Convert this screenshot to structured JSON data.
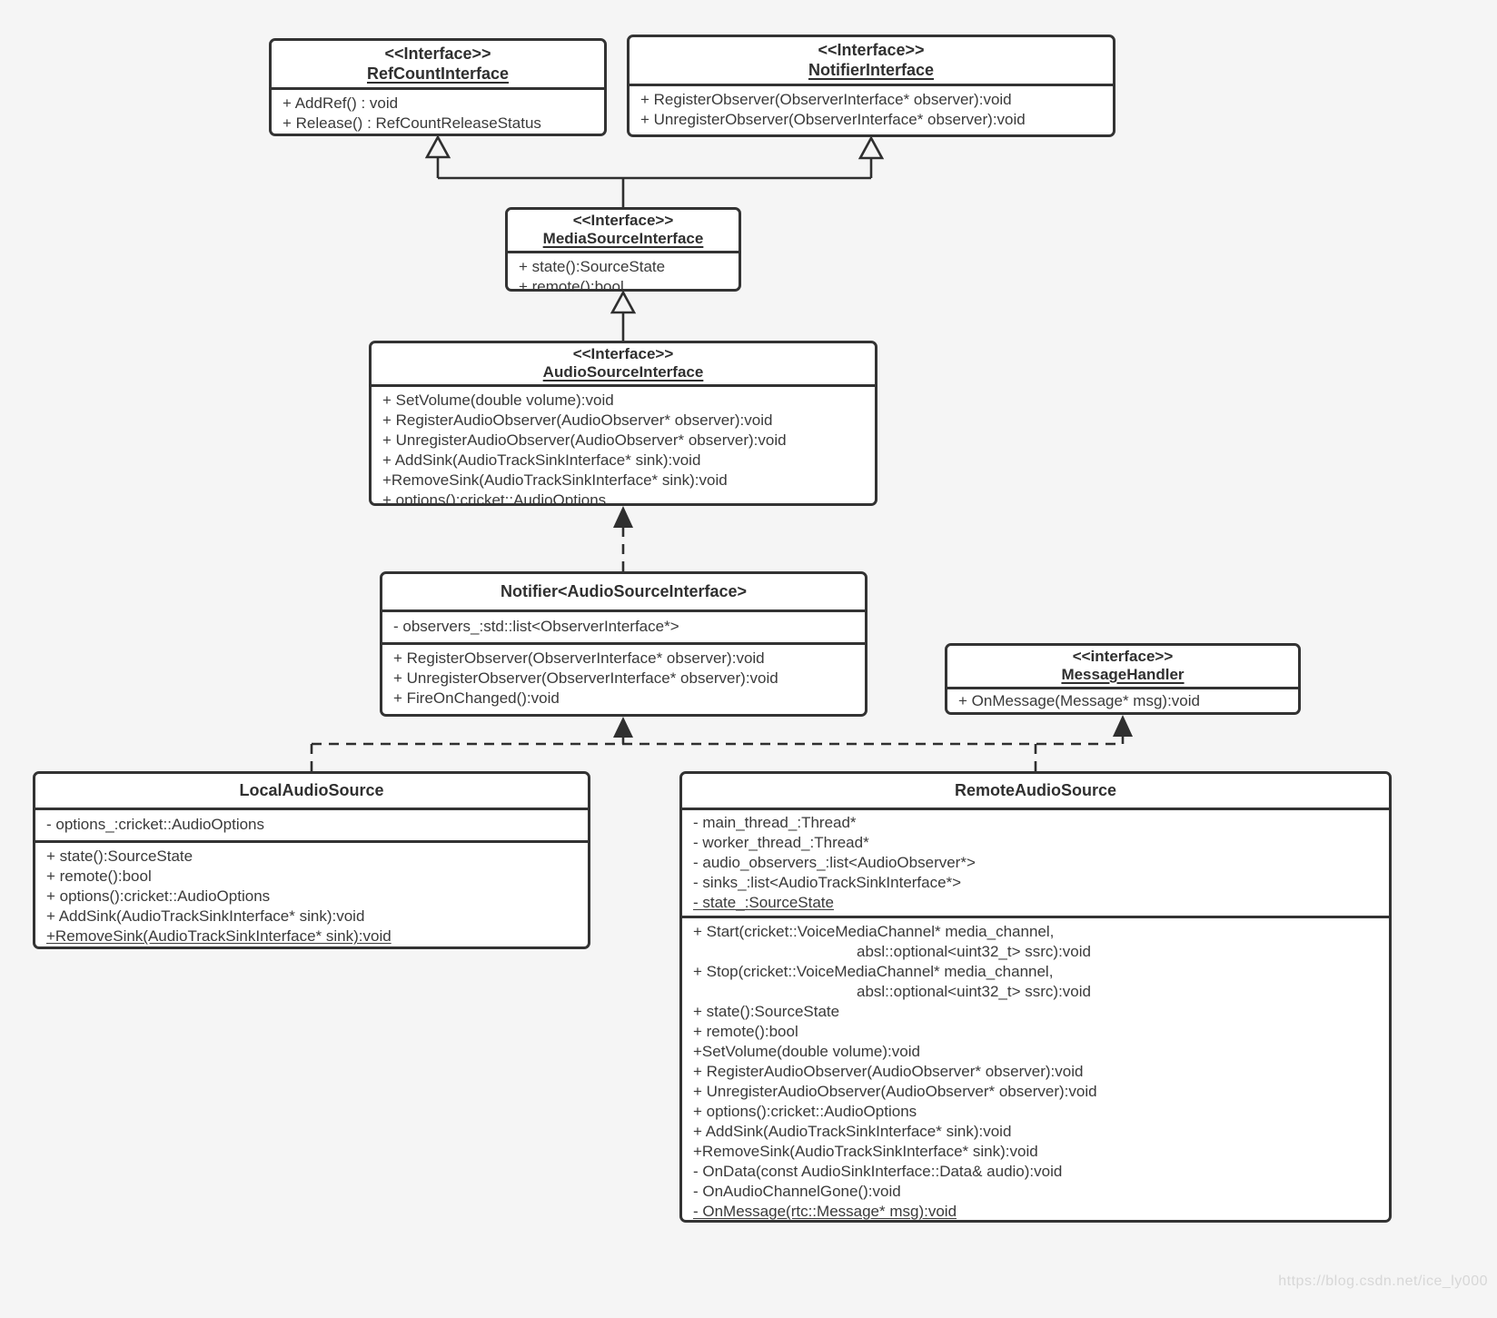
{
  "page": {
    "background": "#f5f5f5",
    "line_color": "#2f2f2f",
    "box_fill": "#ffffff",
    "text_color": "#3a3a3a"
  },
  "watermark": "https://blog.csdn.net/ice_ly000",
  "classes": {
    "refcount": {
      "stereotype": "<<Interface>>",
      "name": "RefCountInterface",
      "methods": [
        "+ AddRef() : void",
        "+ Release() : RefCountReleaseStatus"
      ]
    },
    "notifier_iface": {
      "stereotype": "<<Interface>>",
      "name": "NotifierInterface",
      "methods": [
        "+ RegisterObserver(ObserverInterface* observer):void",
        "+ UnregisterObserver(ObserverInterface* observer):void"
      ]
    },
    "media_source": {
      "stereotype": "<<Interface>>",
      "name": "MediaSourceInterface",
      "methods": [
        "+ state():SourceState",
        "+ remote():bool"
      ]
    },
    "audio_source": {
      "stereotype": "<<Interface>>",
      "name": "AudioSourceInterface",
      "methods": [
        "+ SetVolume(double volume):void",
        "+ RegisterAudioObserver(AudioObserver* observer):void",
        "+ UnregisterAudioObserver(AudioObserver* observer):void",
        "+ AddSink(AudioTrackSinkInterface* sink):void",
        "+RemoveSink(AudioTrackSinkInterface* sink):void",
        "+ options():cricket::AudioOptions"
      ]
    },
    "notifier_tmpl": {
      "name": "Notifier<AudioSourceInterface>",
      "attributes": [
        "- observers_:std::list<ObserverInterface*>"
      ],
      "methods": [
        "+ RegisterObserver(ObserverInterface* observer):void",
        "+ UnregisterObserver(ObserverInterface* observer):void",
        "+ FireOnChanged():void"
      ]
    },
    "message_handler": {
      "stereotype": "<<interface>>",
      "name": "MessageHandler",
      "methods": [
        "+ OnMessage(Message* msg):void"
      ]
    },
    "local_audio_source": {
      "name": "LocalAudioSource",
      "attributes": [
        "- options_:cricket::AudioOptions"
      ],
      "methods": [
        "+ state():SourceState",
        "+ remote():bool",
        "+ options():cricket::AudioOptions",
        "+ AddSink(AudioTrackSinkInterface* sink):void",
        {
          "text": "+RemoveSink(AudioTrackSinkInterface* sink):void",
          "underline": true
        }
      ]
    },
    "remote_audio_source": {
      "name": "RemoteAudioSource",
      "attributes": [
        "- main_thread_:Thread*",
        "- worker_thread_:Thread*",
        "- audio_observers_:list<AudioObserver*>",
        "- sinks_:list<AudioTrackSinkInterface*>",
        {
          "text": "- state_:SourceState",
          "underline": true
        }
      ],
      "methods": [
        "+ Start(cricket::VoiceMediaChannel* media_channel,",
        {
          "text": "absl::optional<uint32_t> ssrc):void",
          "indent": true
        },
        "+ Stop(cricket::VoiceMediaChannel* media_channel,",
        {
          "text": "absl::optional<uint32_t> ssrc):void",
          "indent": true
        },
        "+ state():SourceState",
        "+ remote():bool",
        "+SetVolume(double volume):void",
        "+ RegisterAudioObserver(AudioObserver* observer):void",
        "+ UnregisterAudioObserver(AudioObserver* observer):void",
        "+ options():cricket::AudioOptions",
        "+ AddSink(AudioTrackSinkInterface* sink):void",
        "+RemoveSink(AudioTrackSinkInterface* sink):void",
        "- OnData(const AudioSinkInterface::Data& audio):void",
        "- OnAudioChannelGone():void",
        {
          "text": "- OnMessage(rtc::Message* msg):void",
          "underline": true
        }
      ]
    }
  },
  "relations": [
    {
      "from": "MediaSourceInterface",
      "to": "RefCountInterface",
      "type": "generalization"
    },
    {
      "from": "MediaSourceInterface",
      "to": "NotifierInterface",
      "type": "generalization"
    },
    {
      "from": "AudioSourceInterface",
      "to": "MediaSourceInterface",
      "type": "generalization"
    },
    {
      "from": "Notifier<AudioSourceInterface>",
      "to": "AudioSourceInterface",
      "type": "dashed-realization"
    },
    {
      "from": "LocalAudioSource",
      "to": "Notifier<AudioSourceInterface>",
      "type": "dashed-realization"
    },
    {
      "from": "RemoteAudioSource",
      "to": "Notifier<AudioSourceInterface>",
      "type": "dashed-realization"
    },
    {
      "from": "RemoteAudioSource",
      "to": "MessageHandler",
      "type": "dashed-realization"
    }
  ]
}
